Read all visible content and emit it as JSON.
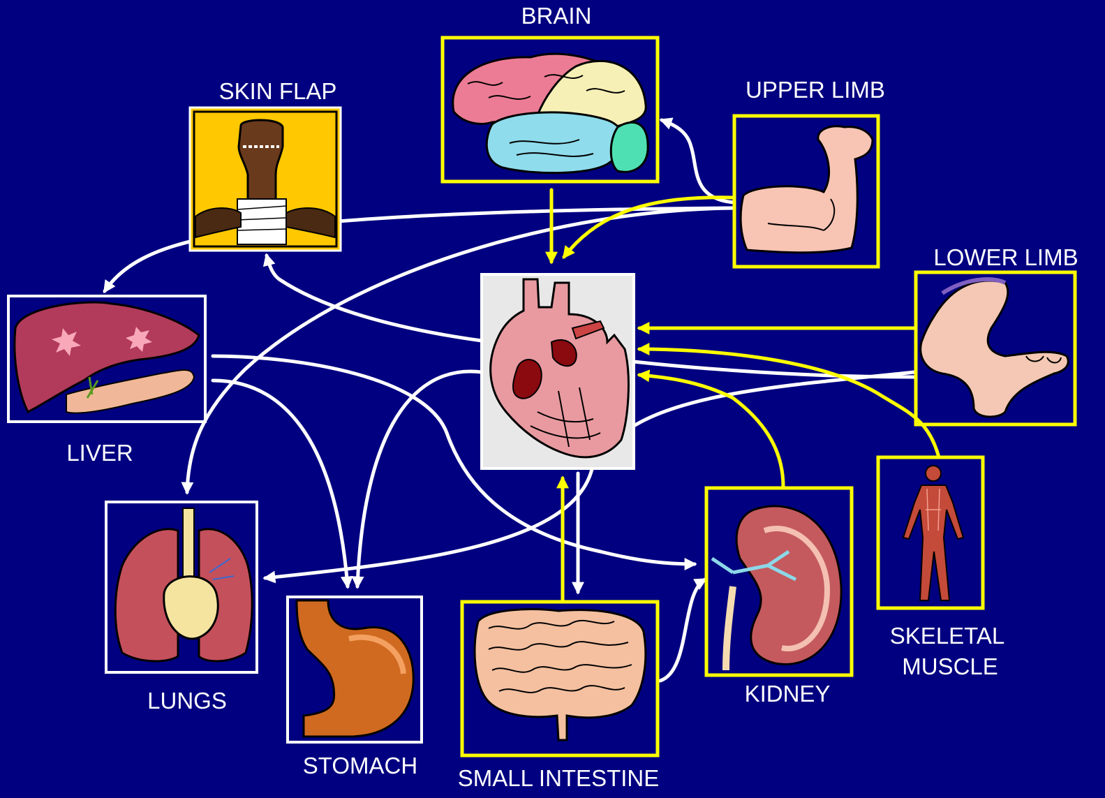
{
  "colors": {
    "background": "#000080",
    "white_frame": "#ffffff",
    "yellow_frame": "#ffff00",
    "flow_white": "#ffffff",
    "flow_yellow": "#ffff00"
  },
  "organs": {
    "brain": {
      "label": "BRAIN",
      "frame": "yellow",
      "icon": "brain-icon"
    },
    "skin_flap": {
      "label": "SKIN FLAP",
      "frame": "white",
      "icon": "skin-flap-icon"
    },
    "upper_limb": {
      "label": "UPPER LIMB",
      "frame": "yellow",
      "icon": "upper-limb-icon"
    },
    "lower_limb": {
      "label": "LOWER LIMB",
      "frame": "yellow",
      "icon": "lower-limb-icon"
    },
    "liver": {
      "label": "LIVER",
      "frame": "white",
      "icon": "liver-icon"
    },
    "heart": {
      "label": "",
      "frame": "white",
      "icon": "heart-icon"
    },
    "lungs": {
      "label": "LUNGS",
      "frame": "white",
      "icon": "lungs-icon"
    },
    "stomach": {
      "label": "STOMACH",
      "frame": "white",
      "icon": "stomach-icon"
    },
    "small_intestine": {
      "label": "SMALL INTESTINE",
      "frame": "yellow",
      "icon": "small-intestine-icon"
    },
    "kidney": {
      "label": "KIDNEY",
      "frame": "yellow",
      "icon": "kidney-icon"
    },
    "skeletal_muscle": {
      "label": "SKELETAL\nMUSCLE",
      "frame": "yellow",
      "icon": "skeletal-muscle-icon"
    }
  },
  "flows": [
    {
      "from": "brain",
      "to": "heart",
      "color": "yellow"
    },
    {
      "from": "upper_limb",
      "to": "heart",
      "color": "yellow"
    },
    {
      "from": "lower_limb",
      "to": "heart",
      "color": "yellow"
    },
    {
      "from": "skeletal_muscle",
      "to": "heart",
      "color": "yellow"
    },
    {
      "from": "kidney",
      "to": "heart",
      "color": "yellow"
    },
    {
      "from": "small_intestine",
      "to": "heart",
      "color": "yellow"
    },
    {
      "from": "upper_limb",
      "to": "brain",
      "color": "white"
    },
    {
      "from": "upper_limb",
      "to": "liver",
      "color": "white"
    },
    {
      "from": "upper_limb",
      "to": "lungs",
      "color": "white"
    },
    {
      "from": "heart",
      "to": "skin_flap",
      "color": "white"
    },
    {
      "from": "heart",
      "to": "stomach",
      "color": "white"
    },
    {
      "from": "heart",
      "to": "small_intestine",
      "color": "white"
    },
    {
      "from": "heart",
      "to": "lungs",
      "color": "white"
    },
    {
      "from": "lower_limb",
      "to": "heart",
      "color": "white"
    },
    {
      "from": "liver",
      "to": "stomach",
      "color": "white"
    },
    {
      "from": "liver",
      "to": "kidney",
      "color": "white"
    },
    {
      "from": "small_intestine",
      "to": "kidney",
      "color": "white"
    }
  ]
}
